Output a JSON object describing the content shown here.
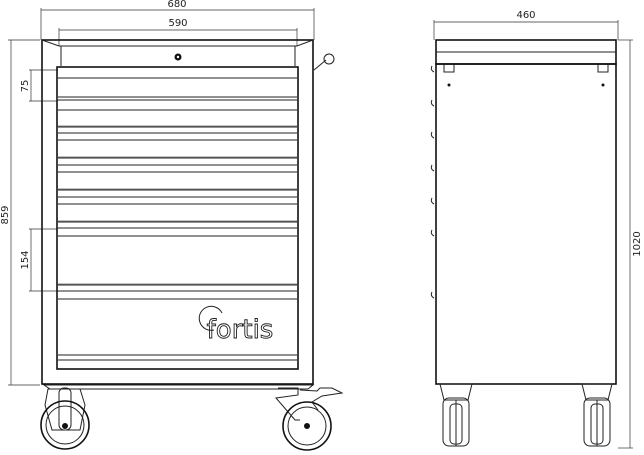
{
  "dimensions": {
    "front_width_outer": "680",
    "front_width_inner": "590",
    "total_height": "859",
    "small_drawer_height": "75",
    "large_drawer_height": "154",
    "side_depth": "460",
    "side_height": "1020"
  },
  "brand": {
    "logo_text": "fortis"
  },
  "colors": {
    "line": "#222222",
    "background": "#ffffff"
  }
}
